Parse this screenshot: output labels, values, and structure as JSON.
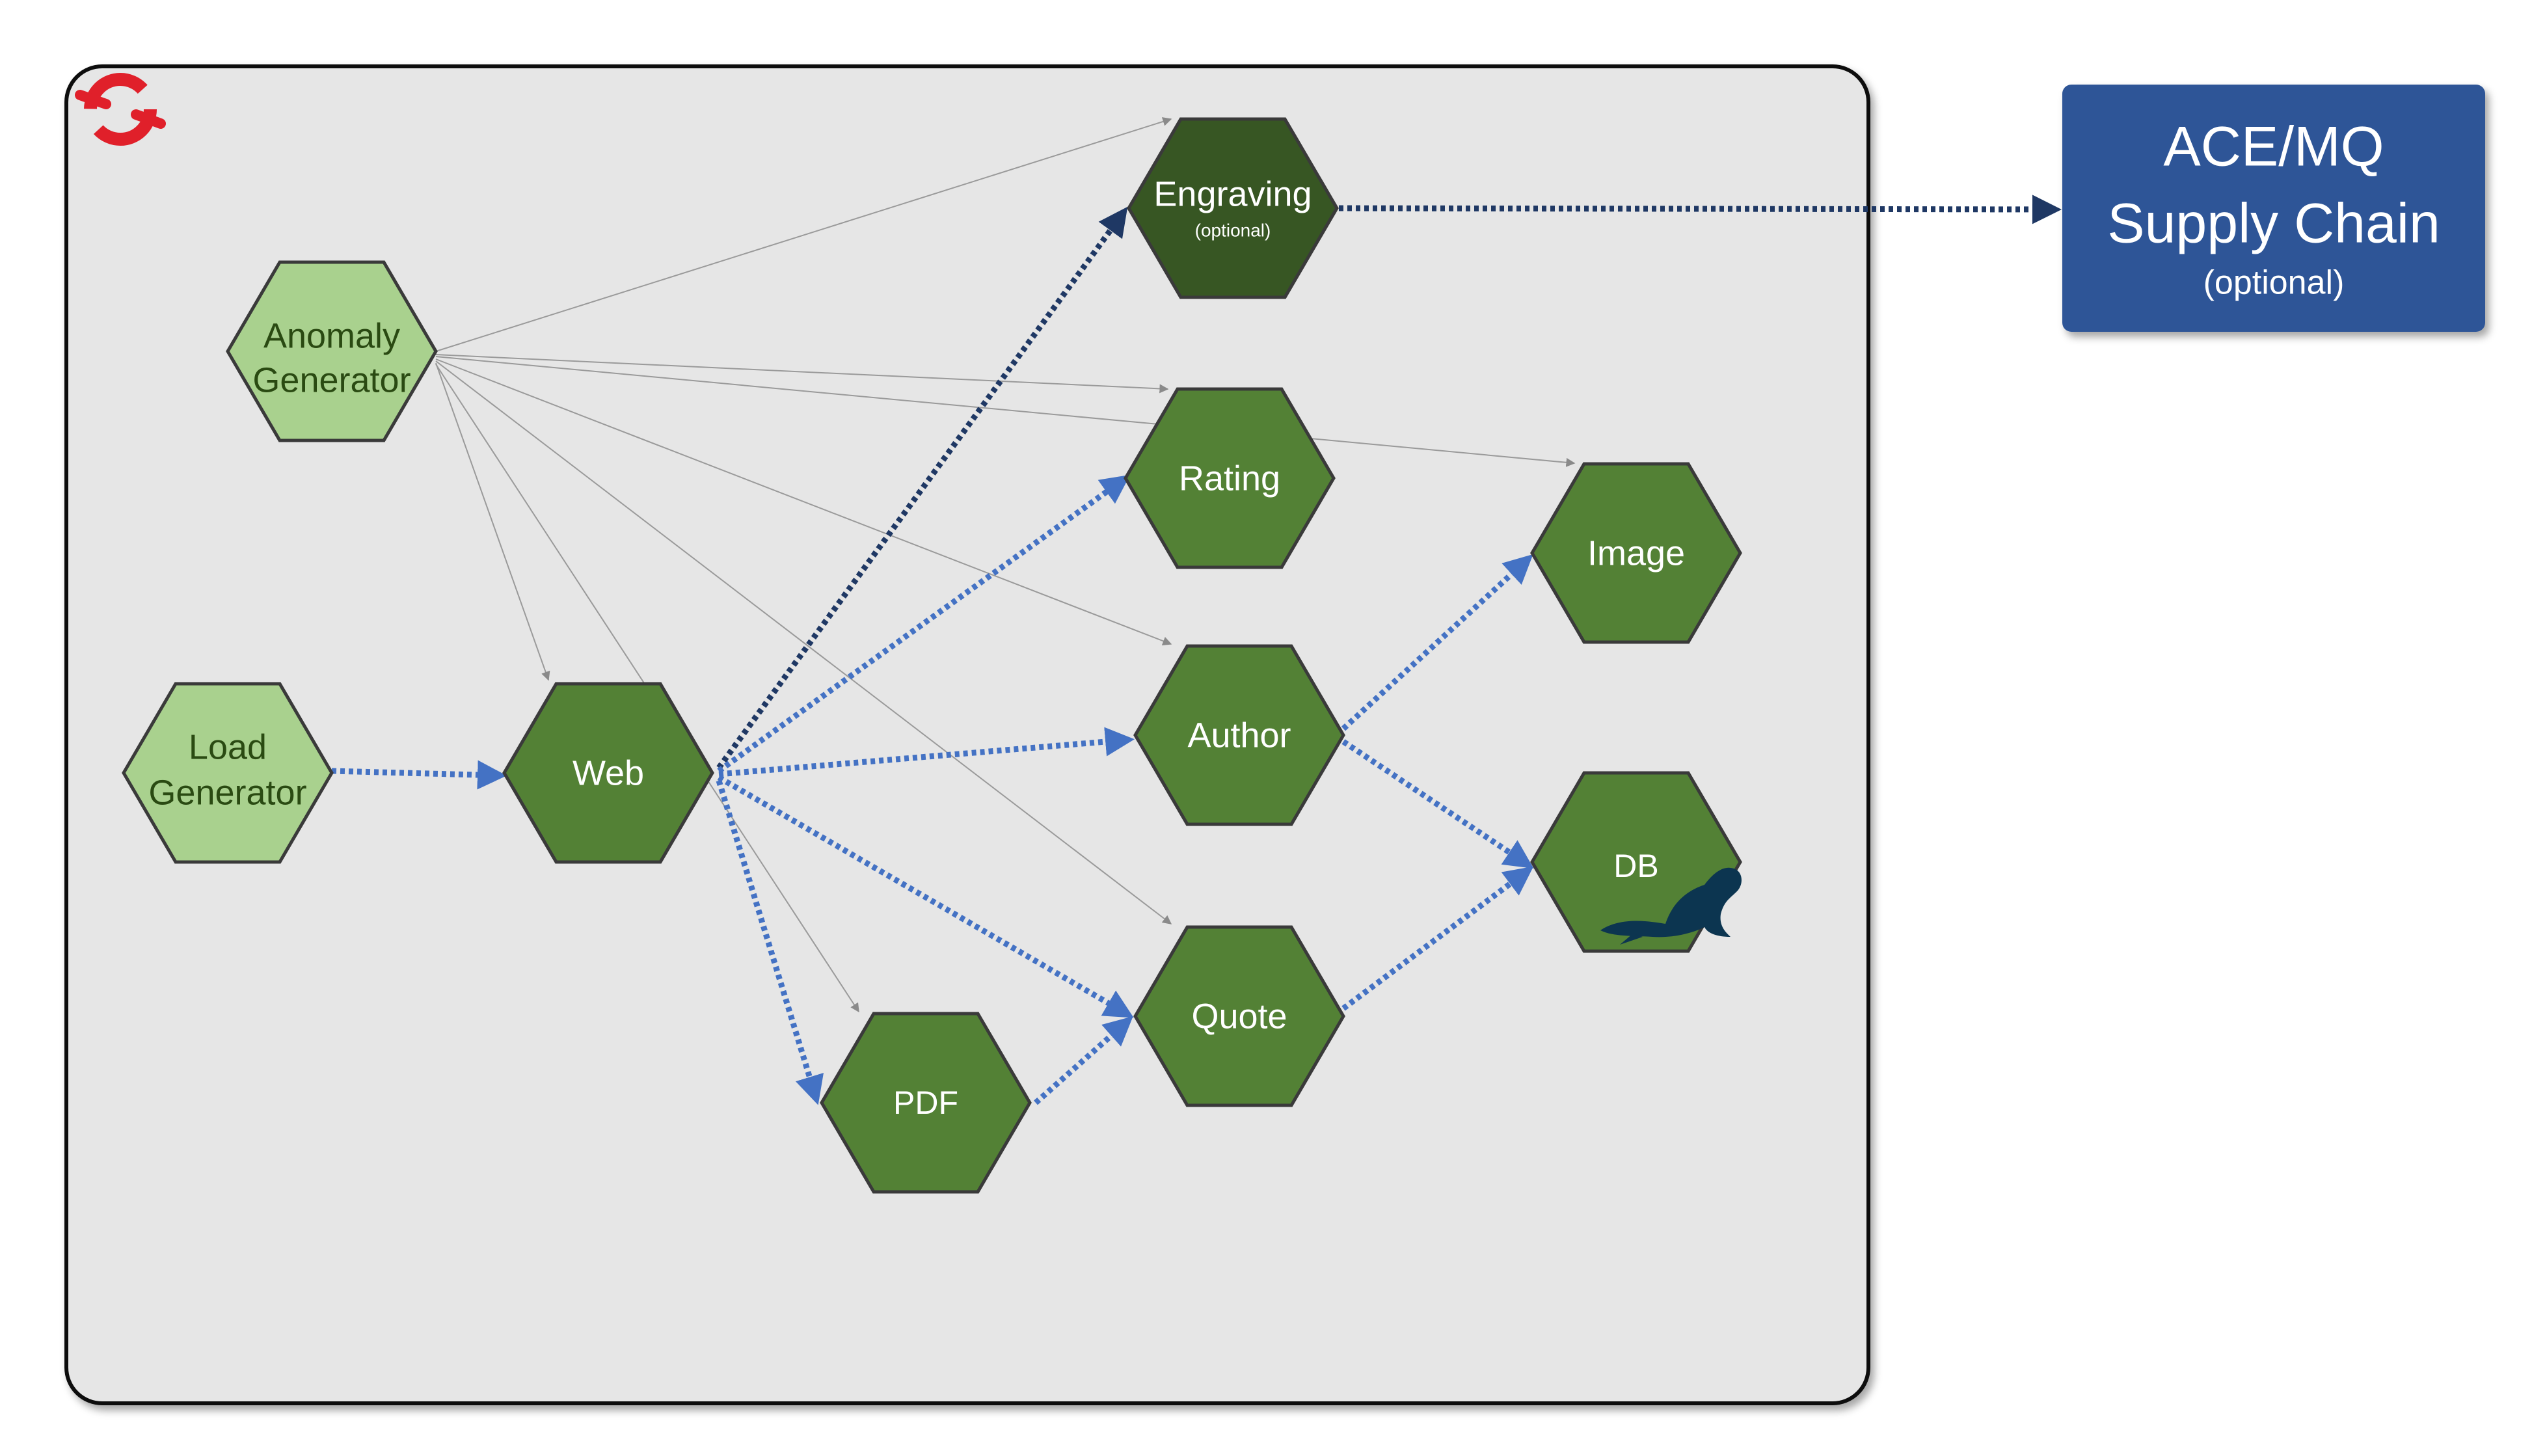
{
  "cluster": {
    "logo": "openshift-logo",
    "fill": "#e6e6e6",
    "border": "#111111"
  },
  "colors": {
    "light_node_fill": "#a9d18e",
    "light_node_stroke": "#3a3a3a",
    "node_fill": "#538135",
    "dark_node_fill": "#375623",
    "external_fill": "#2f5597",
    "blue_edge": "#4472c4",
    "navy_edge": "#1f3864",
    "gray_edge": "#9a9a9a"
  },
  "nodes": {
    "anomaly_generator": {
      "line1": "Anomaly",
      "line2": "Generator"
    },
    "load_generator": {
      "line1": "Load",
      "line2": "Generator"
    },
    "web": {
      "label": "Web"
    },
    "engraving": {
      "label": "Engraving",
      "sub": "(optional)"
    },
    "rating": {
      "label": "Rating"
    },
    "image": {
      "label": "Image"
    },
    "author": {
      "label": "Author"
    },
    "db": {
      "label": "DB",
      "icon": "mariadb-seal-icon"
    },
    "quote": {
      "label": "Quote"
    },
    "pdf": {
      "label": "PDF"
    }
  },
  "external": {
    "line1": "ACE/MQ",
    "line2": "Supply Chain",
    "sub": "(optional)"
  }
}
